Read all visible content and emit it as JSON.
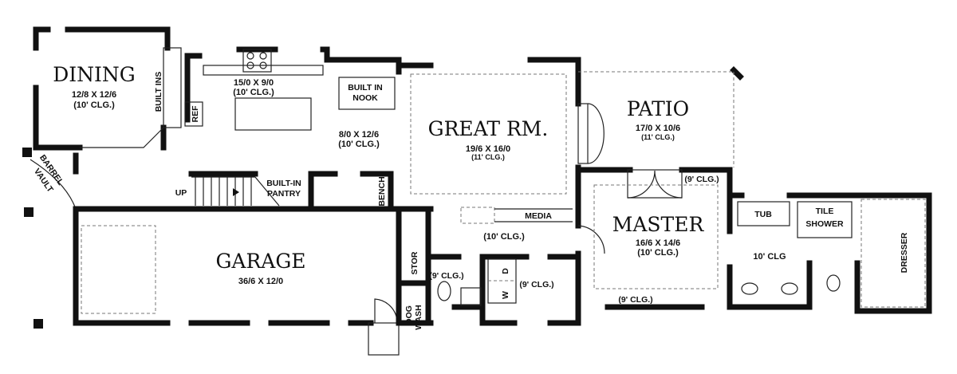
{
  "rooms": {
    "dining": {
      "name": "DINING",
      "size": "12/8 X 12/6",
      "ceiling": "(10' CLG.)"
    },
    "kitchen": {
      "size": "15/0 X 9/0",
      "ceiling": "(10' CLG.)"
    },
    "hall": {
      "size": "8/0 X 12/6",
      "ceiling": "(10' CLG.)"
    },
    "great_room": {
      "name": "GREAT RM.",
      "size": "19/6 X 16/0",
      "ceiling": "(11' CLG.)"
    },
    "patio": {
      "name": "PATIO",
      "size": "17/0 X 10/6",
      "ceiling": "(11' CLG.)"
    },
    "master": {
      "name": "MASTER",
      "size": "16/6 X 14/6",
      "ceiling": "(10' CLG.)",
      "ceiling_top": "(9' CLG.)",
      "ceiling_bottom": "(9' CLG.)"
    },
    "garage": {
      "name": "GARAGE",
      "size": "36/6 X 12/0"
    },
    "media_area": {
      "ceiling": "(10' CLG.)"
    },
    "powder": {
      "ceiling": "(9' CLG.)"
    },
    "laundry": {
      "ceiling": "(9' CLG.)"
    },
    "master_bath": {
      "ceiling": "10' CLG"
    }
  },
  "labels": {
    "built_ins": "BUILT INS",
    "ref": "REF",
    "built_in_nook_1": "BUILT IN",
    "built_in_nook_2": "NOOK",
    "barrel": "BARREL",
    "vault": "VAULT",
    "up": "UP",
    "pantry_1": "BUILT-IN",
    "pantry_2": "PANTRY",
    "bench": "BENCH",
    "media": "MEDIA",
    "stor": "STOR",
    "dog": "DOG",
    "wash": "WASH",
    "dryer": "D",
    "washer": "W",
    "tub": "TUB",
    "tile": "TILE",
    "shower": "SHOWER",
    "dresser": "DRESSER"
  }
}
